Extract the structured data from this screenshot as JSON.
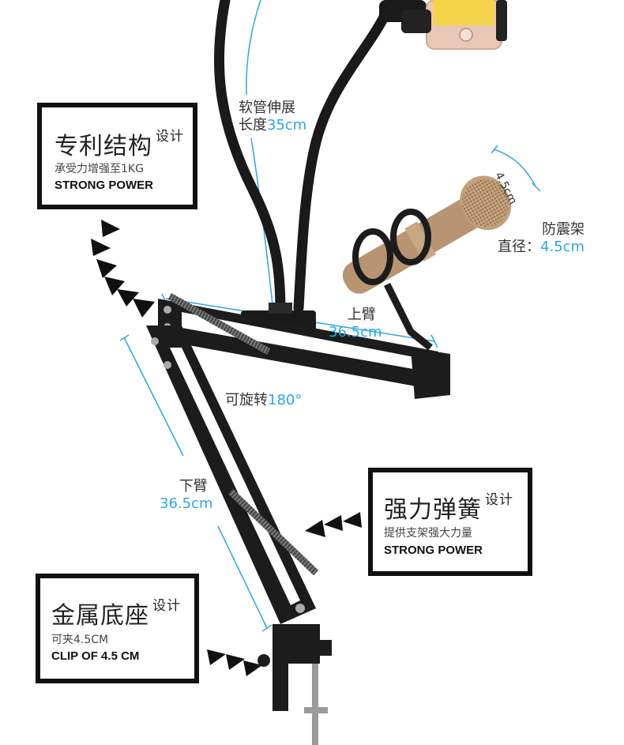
{
  "boxes": {
    "patent": {
      "title": "专利结构",
      "suffix": "设计",
      "subtitle": "承受力增强至1KG",
      "english": "STRONG POWER"
    },
    "spring": {
      "title": "强力弹簧",
      "suffix": "设计",
      "subtitle": "提供支架强大力量",
      "english": "STRONG POWER"
    },
    "base": {
      "title": "金属底座",
      "suffix": "设计",
      "subtitle": "可夹4.5CM",
      "english": "CLIP OF 4.5 CM"
    }
  },
  "labels": {
    "hose": {
      "line1": "软管伸展",
      "line2_text": "长度",
      "line2_value": "35cm"
    },
    "mount": {
      "line1": "防震架",
      "line2_text": "直径：",
      "line2_value": "4.5cm"
    },
    "mic_diameter": "4.5cm",
    "upper_arm": {
      "line1": "上臂",
      "value": "36.5cm"
    },
    "rotate": {
      "text": "可旋转",
      "value": "180°"
    },
    "lower_arm": {
      "line1": "下臂",
      "value": "36.5cm"
    }
  },
  "colors": {
    "accent": "#2aa8e6",
    "frame": "#111111"
  }
}
